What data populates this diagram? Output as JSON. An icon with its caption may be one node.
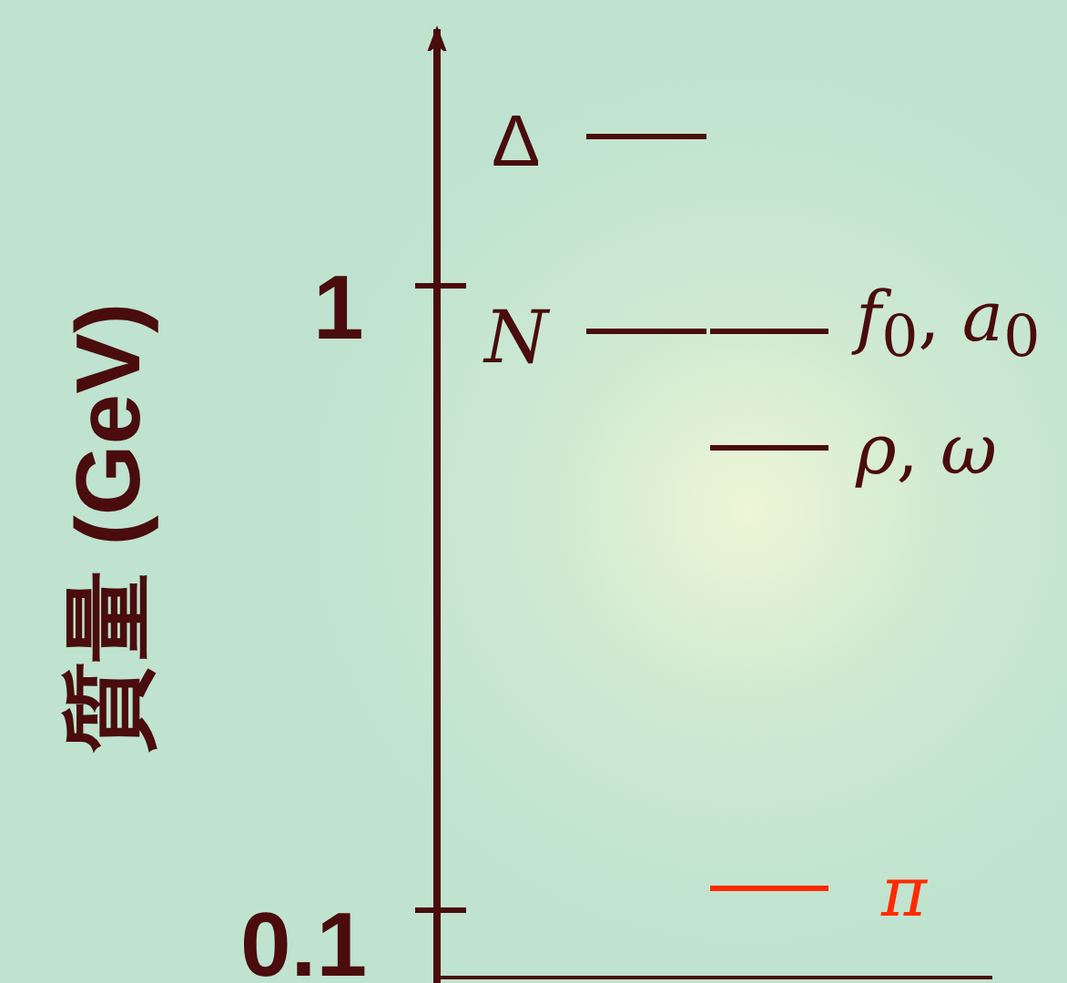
{
  "diagram": {
    "labels": [
      "質量 (GeV)",
      "1",
      "0.1",
      "Δ",
      "N",
      "*f*$_{0}$, *a*$_{0}$",
      "*ρ*, *ω*",
      "π"
    ]
  }
}
